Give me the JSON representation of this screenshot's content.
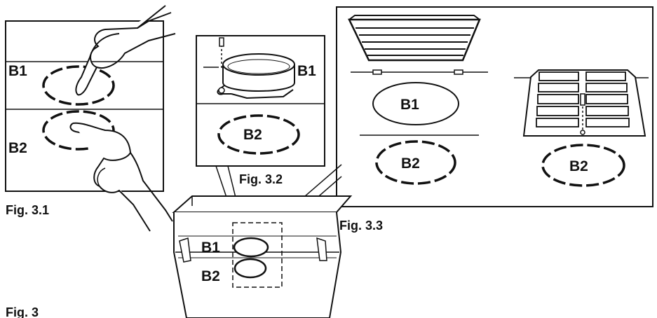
{
  "figures": {
    "fig3_1": {
      "caption": "Fig. 3.1",
      "b1": "B1",
      "b2": "B2"
    },
    "fig3_2": {
      "caption": "Fig. 3.2",
      "b1": "B1",
      "b2": "B2"
    },
    "fig3_3": {
      "caption": "Fig. 3.3",
      "b1": "B1",
      "b2_left": "B2",
      "b2_right": "B2"
    },
    "fig3": {
      "caption": "Fig. 3",
      "b1": "B1",
      "b2": "B2"
    }
  }
}
